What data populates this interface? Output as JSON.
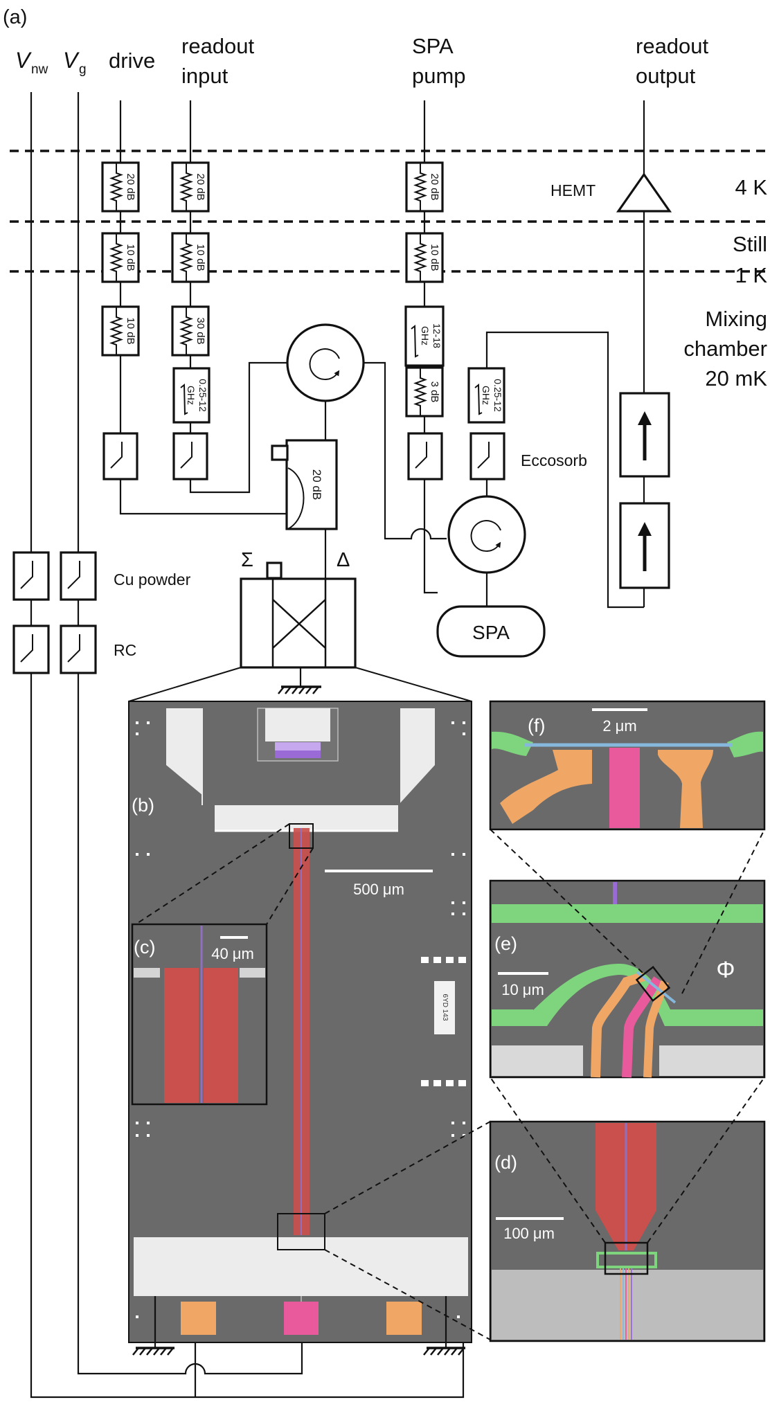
{
  "panel_labels": {
    "a": "(a)",
    "b": "(b)",
    "c": "(c)",
    "d": "(d)",
    "e": "(e)",
    "f": "(f)"
  },
  "lines": {
    "vnw": {
      "main": "V",
      "sub": "nw"
    },
    "vg": {
      "main": "V",
      "sub": "g"
    },
    "drive": "drive",
    "readout_input": [
      "readout",
      "input"
    ],
    "spa_pump": [
      "SPA",
      "pump"
    ],
    "readout_output": [
      "readout",
      "output"
    ]
  },
  "stages": {
    "k4": "4 K",
    "still": [
      "Still",
      "1 K"
    ],
    "mixing": [
      "Mixing",
      "chamber",
      "20 mK"
    ]
  },
  "components": {
    "hemt": "HEMT",
    "eccosorb": "Eccosorb",
    "cu_powder": "Cu powder",
    "rc": "RC",
    "spa": "SPA",
    "sigma": "Σ",
    "delta": "Δ",
    "coupler": "20 dB"
  },
  "attenuators": {
    "drive": [
      "20 dB",
      "10 dB",
      "10 dB"
    ],
    "readout": [
      "20 dB",
      "10 dB",
      "30 dB"
    ],
    "pump": [
      "20 dB",
      "10 dB",
      "3 dB"
    ]
  },
  "filters": {
    "readout_bp": [
      "0.25-12",
      "GHz"
    ],
    "pump_bp": [
      "12-18",
      "GHz"
    ],
    "output_bp": [
      "0.25-12",
      "GHz"
    ]
  },
  "scale_bars": {
    "b": "500 μm",
    "c": "40 μm",
    "d": "100 μm",
    "e": "10 μm",
    "f": "2 μm"
  },
  "chip_label": "6YD 143",
  "flux_symbol": "Φ",
  "colors": {
    "sem_gray": "#6a6a6a",
    "metal": "#ececec",
    "resonator_red": "#c9504d",
    "gate_orange": "#f0a766",
    "gate_pink": "#e85a9c",
    "junction_green": "#7ed57e",
    "nanowire_blue": "#86b8dd",
    "purple": "#9a6bd6"
  }
}
